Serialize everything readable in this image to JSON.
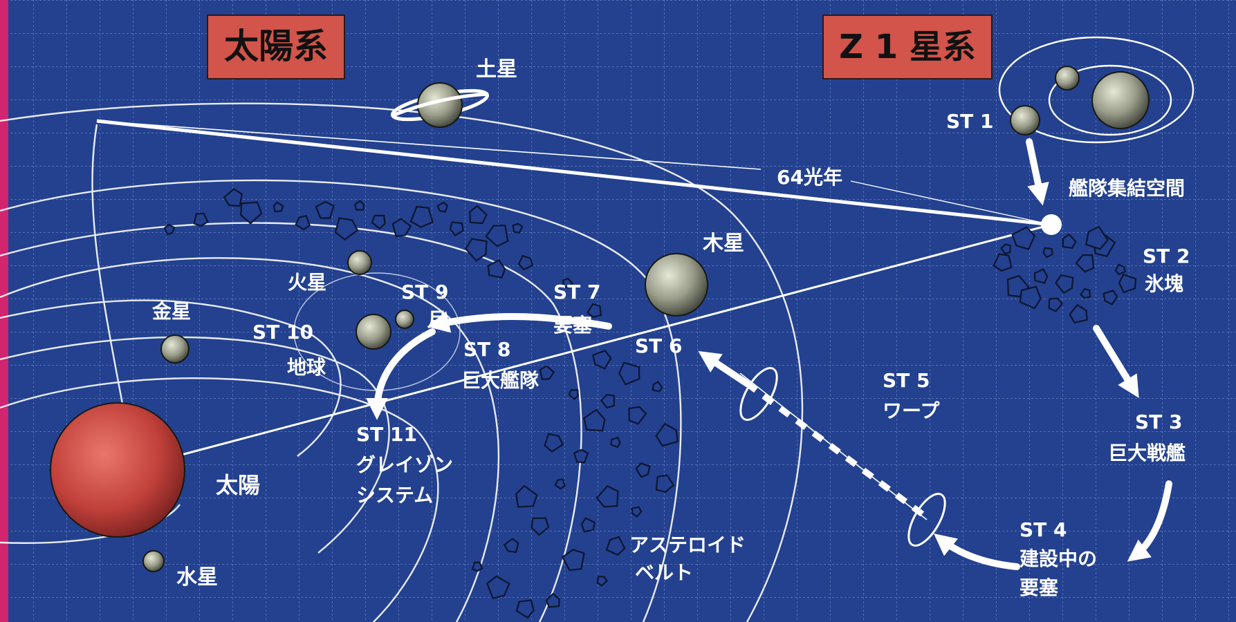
{
  "titles": {
    "solar_system": "太陽系",
    "z1_system": "Z 1 星系"
  },
  "distance": "64光年",
  "fleet_gathering": "艦隊集結空間",
  "bodies": {
    "saturn": "土星",
    "jupiter": "木星",
    "mars": "火星",
    "venus": "金星",
    "earth": "地球",
    "moon": "月",
    "sun": "太陽",
    "mercury": "水星"
  },
  "asteroid_belt": [
    "アステロイド",
    "ベルト"
  ],
  "stages": {
    "st1": "ST 1",
    "st2": [
      "ST 2",
      "氷塊"
    ],
    "st3": [
      "ST 3",
      "巨大戦艦"
    ],
    "st4": [
      "ST 4",
      "建設中の",
      "要塞"
    ],
    "st5": [
      "ST 5",
      "ワープ"
    ],
    "st6": "ST 6",
    "st7": [
      "ST 7",
      "要塞"
    ],
    "st8": [
      "ST 8",
      "巨大艦隊"
    ],
    "st9": "ST 9",
    "st10": "ST 10",
    "st11": [
      "ST 11",
      "グレイゾン",
      "システム"
    ]
  },
  "colors": {
    "background": "#23418f",
    "grid": "#7f95d2",
    "title_box": "#d2544a",
    "sun": "#c0403a",
    "planet": "#9a9d8a",
    "accent_border": "#d3256f"
  }
}
